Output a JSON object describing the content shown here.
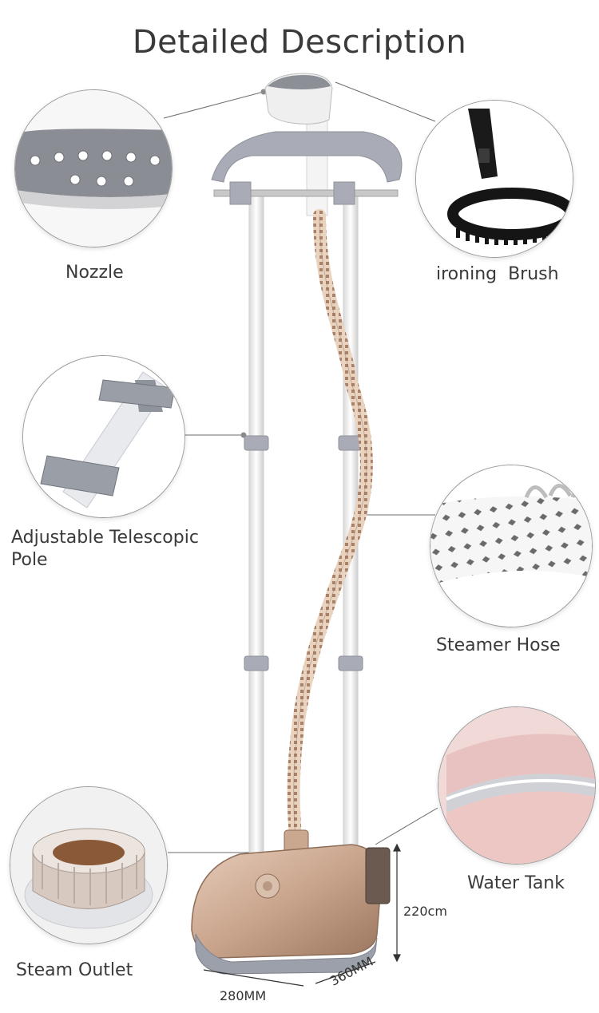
{
  "page": {
    "title": "Detailed Description"
  },
  "callouts": {
    "nozzle": "Nozzle",
    "brush": "ironing  Brush",
    "pole": "Adjustable Telescopic Pole",
    "hose": "Steamer Hose",
    "tank": "Water Tank",
    "outlet": "Steam Outlet"
  },
  "dimensions": {
    "height": "220cm",
    "width": "280MM",
    "depth": "360MM"
  },
  "colors": {
    "body_gold": "#c9a48c",
    "frame_gray": "#a9acb6",
    "pole_white": "#f2f2f2",
    "tank_pink": "#e7c2c0"
  }
}
